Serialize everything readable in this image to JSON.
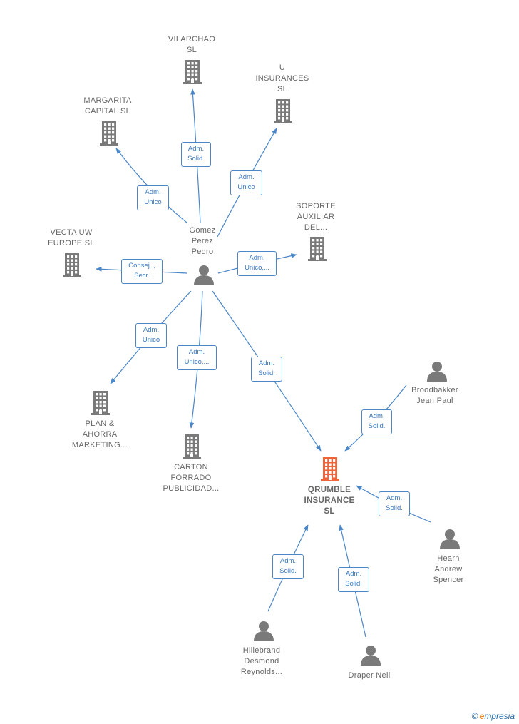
{
  "nodes": [
    {
      "id": "vilarchao",
      "type": "company",
      "lines": [
        "VILARCHAO",
        "SL"
      ],
      "main": false
    },
    {
      "id": "u_insurances",
      "type": "company",
      "lines": [
        "U",
        "INSURANCES",
        "SL"
      ],
      "main": false
    },
    {
      "id": "margarita",
      "type": "company",
      "lines": [
        "MARGARITA",
        "CAPITAL  SL"
      ],
      "main": false
    },
    {
      "id": "soporte",
      "type": "company",
      "lines": [
        "SOPORTE",
        "AUXILIAR",
        "DEL..."
      ],
      "main": false
    },
    {
      "id": "vecta",
      "type": "company",
      "lines": [
        "VECTA UW",
        "EUROPE  SL"
      ],
      "main": false
    },
    {
      "id": "gomez",
      "type": "person",
      "lines": [
        "Gomez",
        "Perez",
        "Pedro"
      ],
      "main": false
    },
    {
      "id": "plan",
      "type": "company",
      "lines": [
        "PLAN &",
        "AHORRA",
        "MARKETING..."
      ],
      "main": false
    },
    {
      "id": "carton",
      "type": "company",
      "lines": [
        "CARTON",
        "FORRADO",
        "PUBLICIDAD..."
      ],
      "main": false
    },
    {
      "id": "qrumble",
      "type": "company",
      "lines": [
        "QRUMBLE",
        "INSURANCE",
        "SL"
      ],
      "main": true
    },
    {
      "id": "broodbakker",
      "type": "person",
      "lines": [
        "Broodbakker",
        "Jean Paul"
      ],
      "main": false
    },
    {
      "id": "hearn",
      "type": "person",
      "lines": [
        "Hearn",
        "Andrew",
        "Spencer"
      ],
      "main": false
    },
    {
      "id": "hillebrand",
      "type": "person",
      "lines": [
        "Hillebrand",
        "Desmond",
        "Reynolds..."
      ],
      "main": false
    },
    {
      "id": "draper",
      "type": "person",
      "lines": [
        "Draper Neil"
      ],
      "main": false
    }
  ],
  "edges": [
    {
      "from": "gomez",
      "to": "vilarchao",
      "label": "Adm.\nSolid."
    },
    {
      "from": "gomez",
      "to": "u_insurances",
      "label": "Adm.\nUnico"
    },
    {
      "from": "gomez",
      "to": "margarita",
      "label": "Adm.\nUnico"
    },
    {
      "from": "gomez",
      "to": "soporte",
      "label": "Adm.\nUnico,..."
    },
    {
      "from": "gomez",
      "to": "vecta",
      "label": "Consej. ,\nSecr."
    },
    {
      "from": "gomez",
      "to": "plan",
      "label": "Adm.\nUnico"
    },
    {
      "from": "gomez",
      "to": "carton",
      "label": "Adm.\nUnico,..."
    },
    {
      "from": "gomez",
      "to": "qrumble",
      "label": "Adm.\nSolid."
    },
    {
      "from": "broodbakker",
      "to": "qrumble",
      "label": "Adm.\nSolid."
    },
    {
      "from": "hearn",
      "to": "qrumble",
      "label": "Adm.\nSolid."
    },
    {
      "from": "hillebrand",
      "to": "qrumble",
      "label": "Adm.\nSolid."
    },
    {
      "from": "draper",
      "to": "qrumble",
      "label": "Adm.\nSolid."
    }
  ],
  "colors": {
    "company": "#7a7a7a",
    "main_company": "#f0643a",
    "person": "#7a7a7a",
    "edge": "#4a86c8"
  },
  "brand": {
    "copyright": "©",
    "name": "mpresia",
    "initial": "e"
  }
}
